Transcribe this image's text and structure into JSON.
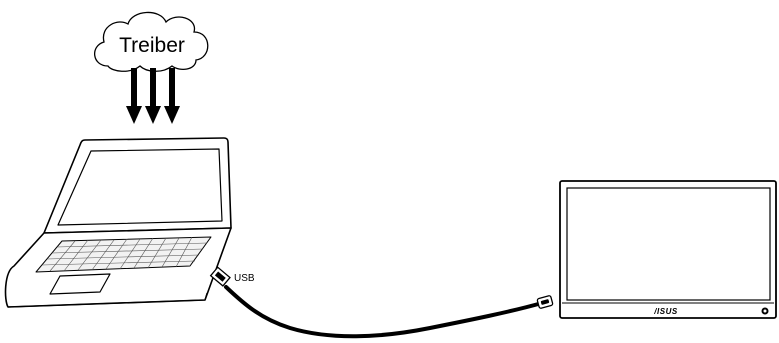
{
  "cloud": {
    "label": "Treiber",
    "arrow_count": 3
  },
  "cable": {
    "label": "USB"
  },
  "monitor": {
    "brand": "/ISUS"
  },
  "colors": {
    "stroke": "#000000",
    "background": "#ffffff",
    "keyboard": "#f2f2f2"
  }
}
